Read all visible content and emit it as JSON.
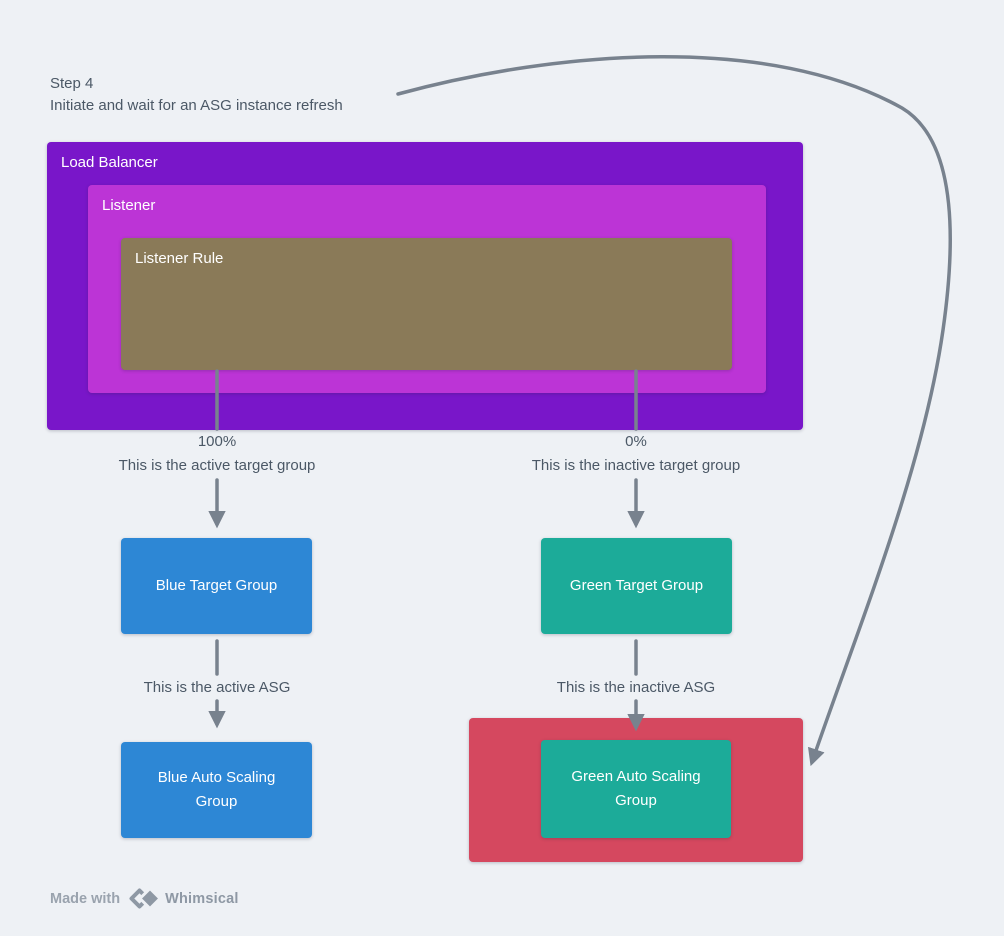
{
  "step": {
    "line1": "Step 4",
    "line2": "Initiate and wait for an ASG instance refresh"
  },
  "diagram": {
    "load_balancer": {
      "label": "Load Balancer",
      "color": "#7916c9"
    },
    "listener": {
      "label": "Listener",
      "color": "#bc34d6"
    },
    "listener_rule": {
      "label": "Listener Rule",
      "color": "#8a7a58"
    },
    "weights": {
      "active": "100%",
      "inactive": "0%"
    },
    "annotations": {
      "active_tg": "This is the active target group",
      "inactive_tg": "This is the inactive target group",
      "active_asg": "This is the active ASG",
      "inactive_asg": "This is the inactive ASG"
    },
    "blue_target_group": {
      "label": "Blue Target Group",
      "color": "#2d87d5"
    },
    "green_target_group": {
      "label": "Green Target Group",
      "color": "#1cab99"
    },
    "blue_asg": {
      "label": "Blue Auto Scaling Group",
      "color": "#2d87d5"
    },
    "green_asg": {
      "label": "Green Auto Scaling Group",
      "color": "#1cab99"
    },
    "inactive_container": {
      "color": "#d5485f"
    },
    "connector_color": "#78828e"
  },
  "footer": {
    "made_with": "Made with",
    "brand": "Whimsical"
  }
}
